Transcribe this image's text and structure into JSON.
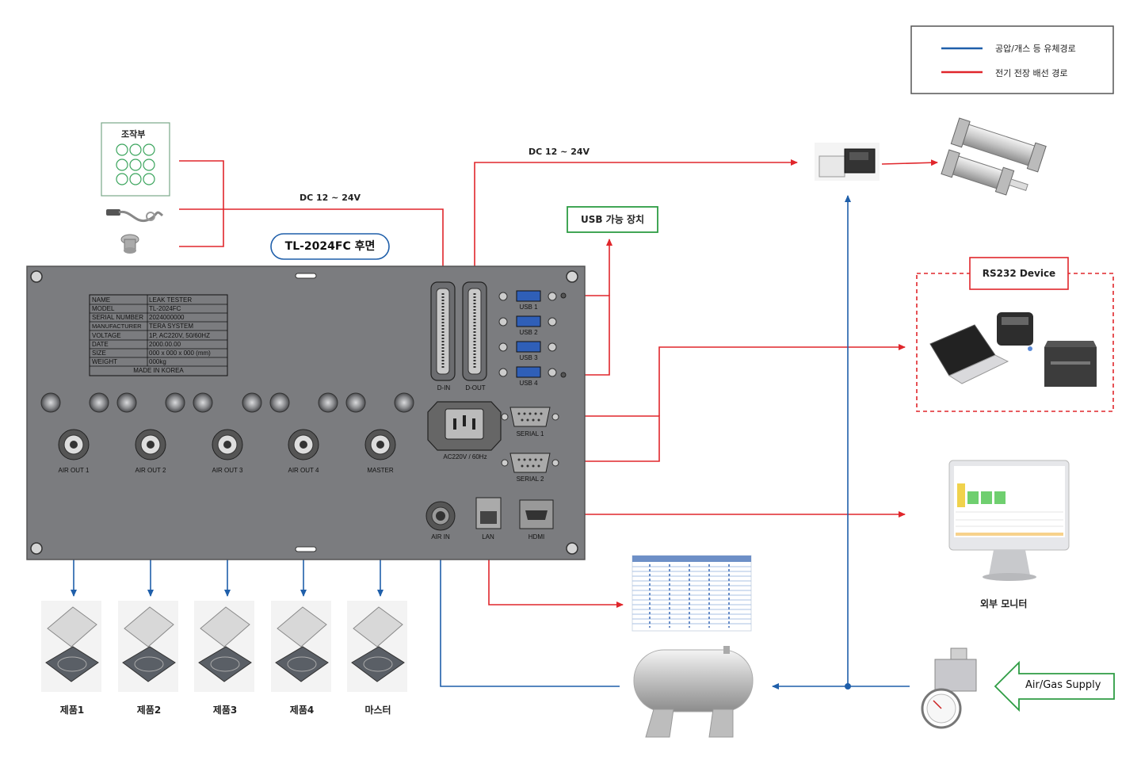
{
  "legend": {
    "items": [
      {
        "label": "공압/개스 등 유체경로",
        "color": "#1f5faa"
      },
      {
        "label": "전기 전장 배선 경로",
        "color": "#e0262b"
      }
    ]
  },
  "title_badge": "TL-2024FC 후면",
  "control_panel_label": "조작부",
  "voltage_label_1": "DC 12 ~ 24V",
  "voltage_label_2": "DC 12 ~ 24V",
  "usb_device_label": "USB  가능 장치",
  "rs232_label": "RS232 Device",
  "monitor_label": "외부 모니터",
  "supply_label": "Air/Gas Supply",
  "nameplate": [
    [
      "NAME",
      "LEAK TESTER"
    ],
    [
      "MODEL",
      "TL-2024FC"
    ],
    [
      "SERIAL NUMBER",
      "2024000000"
    ],
    [
      "MANUFACTURER",
      "TERA SYSTEM"
    ],
    [
      "VOLTAGE",
      "1P, AC220V, 50/60HZ"
    ],
    [
      "DATE",
      "2000.00.00"
    ],
    [
      "SIZE",
      "000 x 000 x 000 (mm)"
    ],
    [
      "WEIGHT",
      "000kg"
    ]
  ],
  "nameplate_footer": "MADE IN KOREA",
  "ports": {
    "air_out": [
      "AIR OUT 1",
      "AIR OUT 2",
      "AIR OUT 3",
      "AIR OUT 4",
      "MASTER"
    ],
    "din": "D-IN",
    "dout": "D-OUT",
    "usb": [
      "USB 1",
      "USB 2",
      "USB 3",
      "USB 4"
    ],
    "serial": [
      "SERIAL 1",
      "SERIAL 2"
    ],
    "power": "AC220V / 60Hz",
    "air_in": "AIR IN",
    "lan": "LAN",
    "hdmi": "HDMI"
  },
  "products": [
    "제품1",
    "제품2",
    "제품3",
    "제품4",
    "마스터"
  ],
  "colors": {
    "electric": "#e0262b",
    "pneumatic": "#1f5faa",
    "panel": "#7b7c7f",
    "green_border": "#2e9c44",
    "red_border": "#e0262b",
    "badge_border": "#1f5faa"
  }
}
